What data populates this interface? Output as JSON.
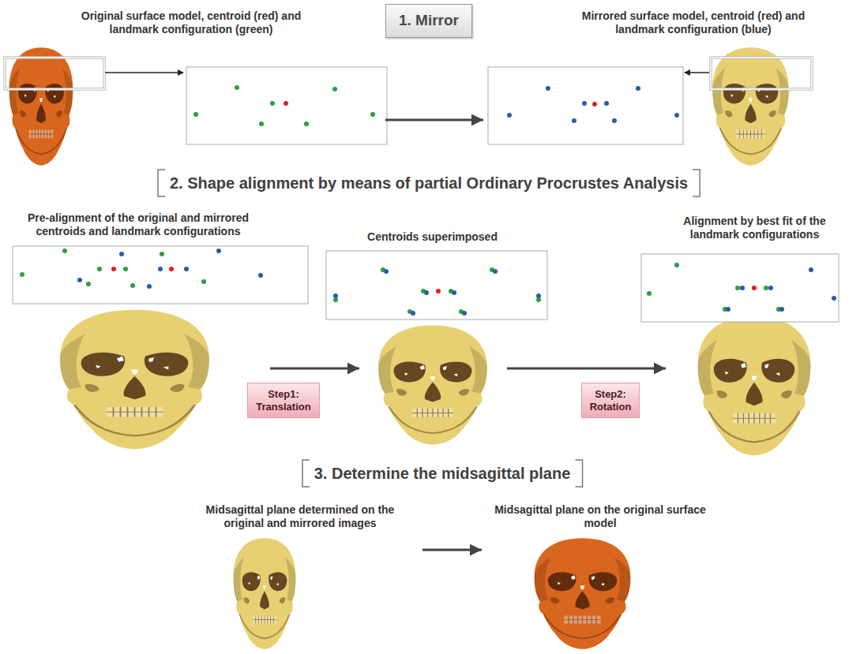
{
  "diagram": {
    "nodes": [
      {
        "text": [
          "1. Mirror"
        ]
      },
      {
        "text": [
          "Original surface model, centroid (red) and landmark configuration (green)"
        ]
      },
      {
        "text": [
          "Mirrored surface model, centroid (red) and landmark configuration (blue)"
        ]
      },
      {
        "text": [
          "2. Shape alignment by means of partial Ordinary Procrustes Analysis"
        ]
      },
      {
        "text": [
          "Pre-alignment of the original and mirrored centroids and landmark configurations"
        ]
      },
      {
        "text": [
          "Step1: Translation"
        ]
      },
      {
        "text": [
          "Centroids superimposed"
        ]
      },
      {
        "text": [
          "Step2: Rotation"
        ]
      },
      {
        "text": [
          "Alignment by best fit of the landmark configurations"
        ]
      },
      {
        "text": [
          "3. Determine the midsagittal plane"
        ]
      },
      {
        "text": [
          "Midsagittal plane determined on the original and mirrored images"
        ]
      },
      {
        "text": [
          "Midsagittal plane on the original surface model"
        ]
      }
    ],
    "edges": [
      {
        "from": 1,
        "to": 2,
        "arrow": "to"
      },
      {
        "from": 4,
        "to": 6,
        "arrow": "to"
      },
      {
        "from": 6,
        "to": 8,
        "arrow": "to"
      },
      {
        "from": 10,
        "to": 11,
        "arrow": "to"
      }
    ]
  }
}
